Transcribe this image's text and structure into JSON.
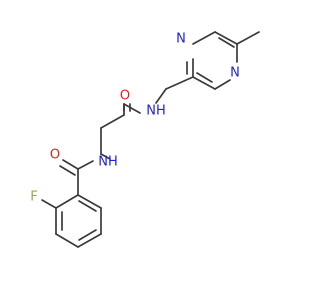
{
  "atoms": {
    "n_pyrazine_top": {
      "label": "N",
      "color": "#1e1ee6"
    },
    "n_pyrazine_bottom": {
      "label": "N",
      "color": "#1e1ee6"
    },
    "nh_amide_right": {
      "label": "NH",
      "color": "#1e1ee6"
    },
    "o_amide_right": {
      "label": "O",
      "color": "#e61e1e"
    },
    "nh_amide_left": {
      "label": "NH",
      "color": "#1e1ee6"
    },
    "o_amide_left": {
      "label": "O",
      "color": "#e61e1e"
    },
    "f_fluorine": {
      "label": "F",
      "color": "#8cb432"
    }
  },
  "colors": {
    "bond": "#3a3a3a",
    "background": "#ffffff"
  }
}
